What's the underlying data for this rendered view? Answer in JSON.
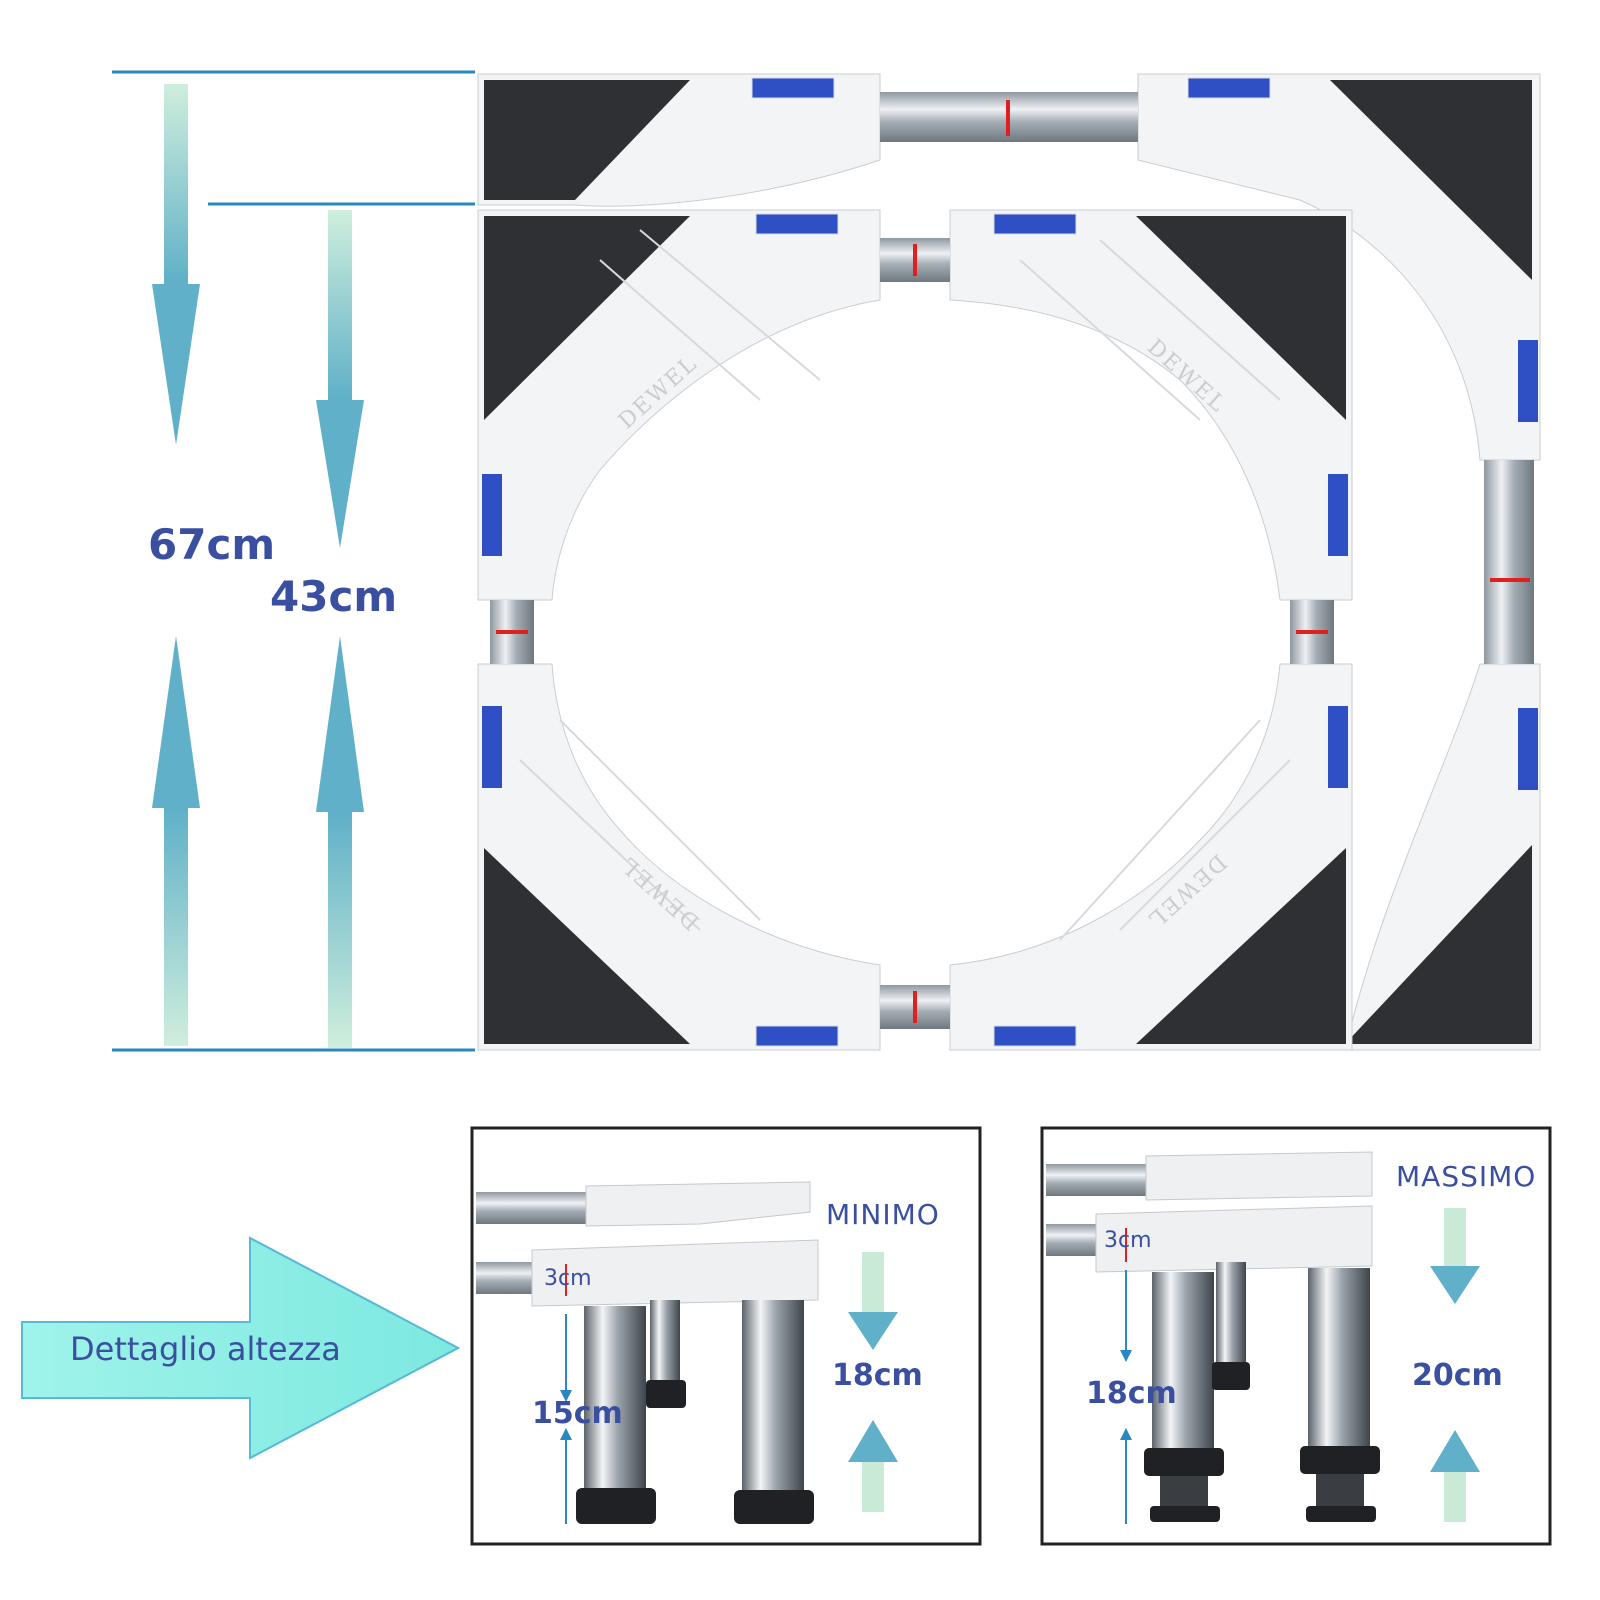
{
  "dimensions": {
    "outer_height": "67cm",
    "inner_height": "43cm"
  },
  "brand": {
    "logo_text": "DEWEL"
  },
  "callout": {
    "label": "Dettaglio altezza"
  },
  "panel_min": {
    "title": "MINIMO",
    "gap": "3cm",
    "leg": "15cm",
    "total": "18cm"
  },
  "panel_max": {
    "title": "MASSIMO",
    "gap": "3cm",
    "leg": "18cm",
    "total": "20cm"
  },
  "colors": {
    "dimension_line": "#2a87c0",
    "arrow_light": "#c8ead6",
    "arrow_dark": "#5fb0c8",
    "label": "#3a4fa0",
    "callout_fill": "#8ff0e6",
    "frame_white": "#f2f4f6",
    "rubber_pad": "#2e3033",
    "bubble_level": "#2f4fc4",
    "tube_steel": "#b5bcc4",
    "marker_red": "#e02020"
  }
}
